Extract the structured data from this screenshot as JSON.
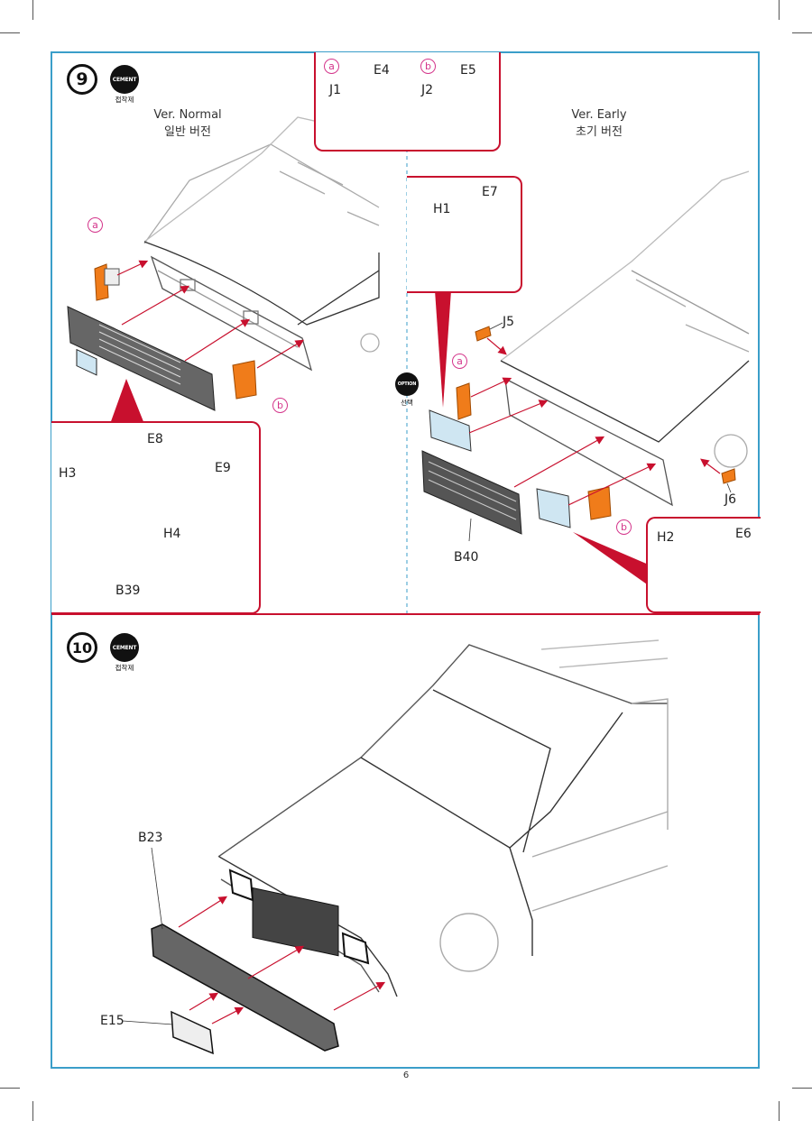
{
  "page_number": "6",
  "step9": {
    "number": "9",
    "cement_badge": "CEMENT",
    "cement_sub": "접착제",
    "normal_title": "Ver. Normal",
    "normal_title_ko": "일반 버전",
    "early_title": "Ver. Early",
    "early_title_ko": "초기 버전",
    "option_badge": "OPTION",
    "option_sub": "선택",
    "mark_a": "a",
    "mark_b": "b",
    "labels": {
      "J1": "J1",
      "E4": "E4",
      "J2": "J2",
      "E5": "E5",
      "E7": "E7",
      "H1": "H1",
      "J5": "J5",
      "J6": "J6",
      "E8": "E8",
      "E9": "E9",
      "H3": "H3",
      "H4": "H4",
      "B39": "B39",
      "B40": "B40",
      "H2": "H2",
      "E6": "E6"
    }
  },
  "step10": {
    "number": "10",
    "cement_badge": "CEMENT",
    "cement_sub": "접착제",
    "labels": {
      "B23": "B23",
      "E15": "E15"
    }
  },
  "colors": {
    "frame": "#3a9ec9",
    "callout": "#c8102e",
    "mark": "#d4358b",
    "amber": "#f07c1a",
    "clear": "#cfe6f2"
  }
}
